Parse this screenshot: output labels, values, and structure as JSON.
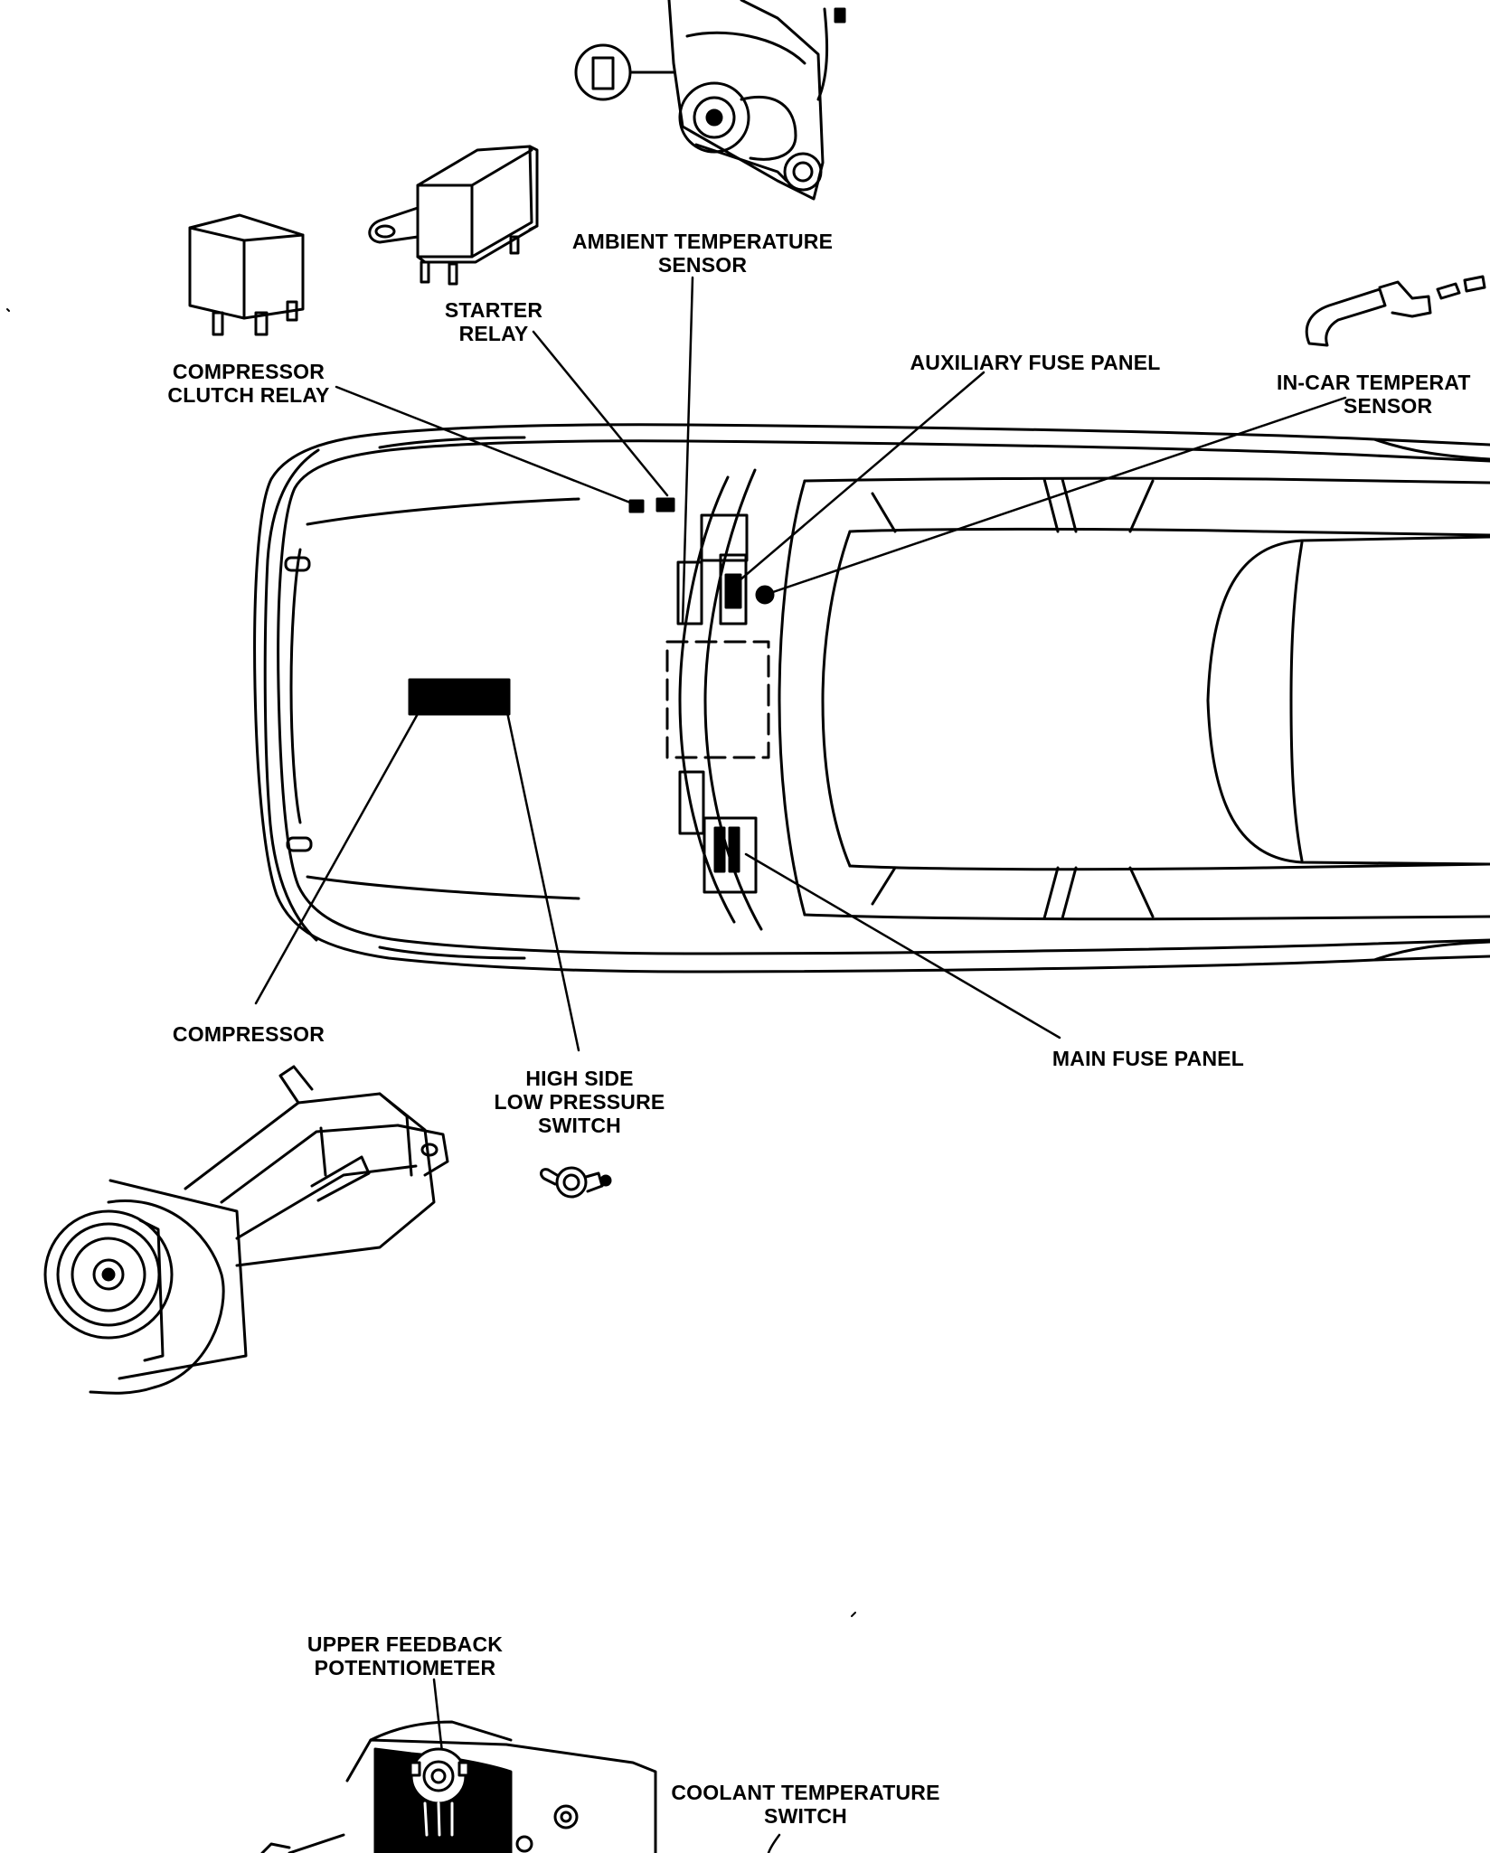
{
  "labels": {
    "ambient_temperature_sensor": [
      "AMBIENT TEMPERATURE",
      "SENSOR"
    ],
    "starter_relay": [
      "STARTER",
      "RELAY"
    ],
    "compressor_clutch_relay": [
      "COMPRESSOR",
      "CLUTCH RELAY"
    ],
    "auxiliary_fuse_panel": [
      "AUXILIARY FUSE PANEL"
    ],
    "in_car_temperature_sensor": [
      "IN-CAR TEMPERAT",
      "SENSOR"
    ],
    "compressor": [
      "COMPRESSOR"
    ],
    "high_side_low_pressure_switch": [
      "HIGH SIDE",
      "LOW PRESSURE",
      "SWITCH"
    ],
    "main_fuse_panel": [
      "MAIN FUSE PANEL"
    ],
    "upper_feedback_potentiometer": [
      "UPPER FEEDBACK",
      "POTENTIOMETER"
    ],
    "coolant_temperature_switch": [
      "COOLANT TEMPERATURE",
      "SWITCH"
    ]
  }
}
